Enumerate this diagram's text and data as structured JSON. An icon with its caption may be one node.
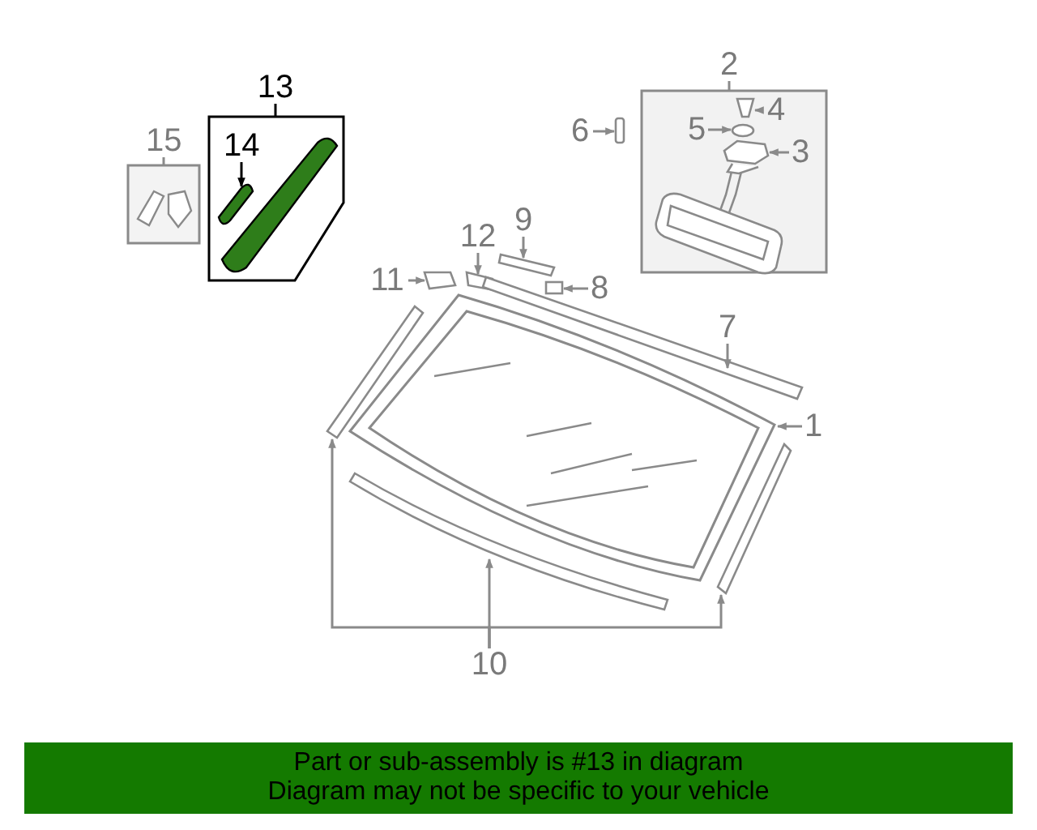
{
  "diagram": {
    "nodes": [
      {
        "text": [
          "13"
        ]
      },
      {
        "text": [
          "14"
        ],
        "in": 0
      },
      {
        "text": [],
        "shape": "picture",
        "in": 0
      },
      {
        "text": [
          "15"
        ]
      },
      {
        "text": [
          "2"
        ]
      },
      {
        "text": [
          "4"
        ],
        "in": 4
      },
      {
        "text": [],
        "shape": "box",
        "in": 4
      },
      {
        "text": [
          "5"
        ],
        "in": 4
      },
      {
        "text": [],
        "shape": "circle",
        "in": 4
      },
      {
        "text": [
          "3"
        ],
        "in": 4
      },
      {
        "text": [],
        "shape": "picture",
        "in": 4
      },
      {
        "text": [
          "6"
        ]
      },
      {
        "text": [],
        "shape": "box"
      },
      {
        "text": [
          "11"
        ]
      },
      {
        "text": [],
        "shape": "box"
      },
      {
        "text": [
          "12"
        ]
      },
      {
        "text": [],
        "shape": "box"
      },
      {
        "text": [
          "9"
        ]
      },
      {
        "text": [],
        "shape": "bar"
      },
      {
        "text": [
          "8"
        ]
      },
      {
        "text": [],
        "shape": "box"
      },
      {
        "text": [
          "7"
        ]
      },
      {
        "text": [],
        "shape": "picture"
      },
      {
        "text": [
          "1"
        ]
      },
      {
        "text": [],
        "shape": "picture"
      },
      {
        "text": [
          "10"
        ]
      },
      {
        "text": [],
        "shape": "picture"
      },
      {
        "text": [],
        "shape": "picture"
      },
      {
        "text": [],
        "shape": "picture"
      }
    ],
    "edges": [
      {
        "from": 1,
        "to": 2,
        "arrow": "to",
        "color": "#000000"
      },
      {
        "from": 5,
        "to": 6,
        "arrow": "to"
      },
      {
        "from": 7,
        "to": 8,
        "arrow": "to"
      },
      {
        "from": 9,
        "to": 10,
        "arrow": "to"
      },
      {
        "from": 11,
        "to": 12,
        "arrow": "to"
      },
      {
        "from": 13,
        "to": 14,
        "arrow": "to"
      },
      {
        "from": 15,
        "to": 16,
        "arrow": "to"
      },
      {
        "from": 17,
        "to": 18,
        "arrow": "to"
      },
      {
        "from": 19,
        "to": 20,
        "arrow": "to"
      },
      {
        "from": 21,
        "to": 22,
        "arrow": "to"
      },
      {
        "from": 23,
        "to": 24,
        "arrow": "to"
      },
      {
        "from": 25,
        "to": 26,
        "arrow": "to"
      },
      {
        "from": 25,
        "to": 27,
        "arrow": "to"
      },
      {
        "from": 25,
        "to": 28,
        "arrow": "to"
      }
    ],
    "labels": [
      "Part or sub-assembly is #13 in diagram",
      "Diagram may not be specific to your vehicle"
    ]
  }
}
